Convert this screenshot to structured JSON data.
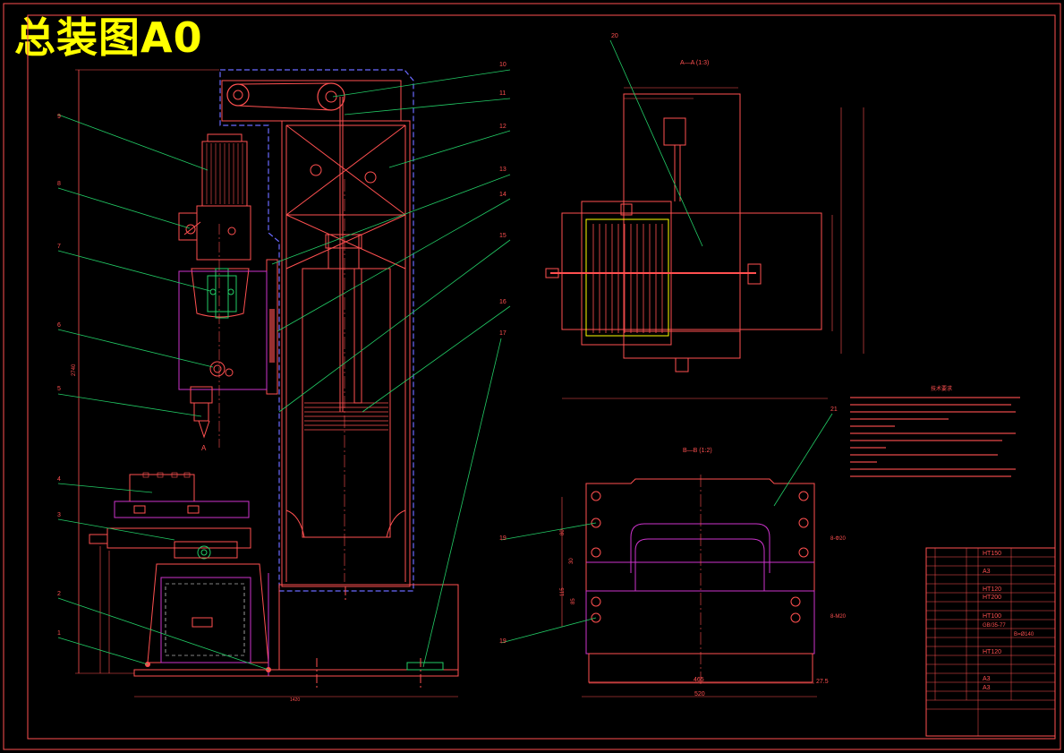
{
  "title": "总装图A0",
  "part_numbers": [
    "1",
    "2",
    "3",
    "4",
    "5",
    "6",
    "7",
    "8",
    "9",
    "10",
    "11",
    "12",
    "13",
    "14",
    "15",
    "16",
    "17",
    "19",
    "19",
    "20",
    "21"
  ],
  "views": {
    "section_aa": "A—A (1:3)",
    "section_bb": "B—B (1:2)"
  },
  "dimensions": {
    "bb_width_inner": "465",
    "bb_width_outer": "520",
    "bb_right_offset": "27.5",
    "bb_height_115": "115",
    "bb_height_85": "85",
    "bb_height_30": "30",
    "bb_height_80": "80",
    "hole_note_upper": "8-Φ20",
    "hole_note_lower": "8-M20",
    "overall_width": "1420",
    "overall_height": "2740"
  },
  "tech_requirements": {
    "heading": "技术要求"
  },
  "bom_snippets": [
    "HT150",
    "A3",
    "HT120",
    "HT200",
    "HT100",
    "GB/35-77",
    "B=Ø140",
    "HT120",
    "A3",
    "A3"
  ]
}
